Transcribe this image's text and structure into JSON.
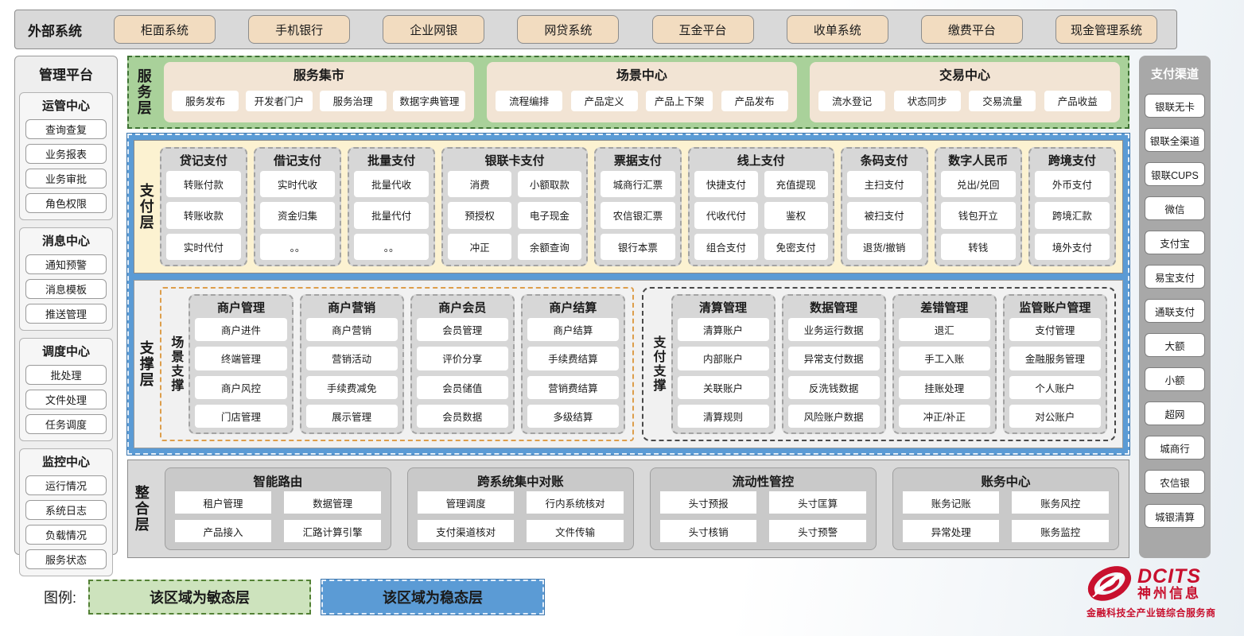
{
  "external_systems": {
    "title": "外部系统",
    "items": [
      "柜面系统",
      "手机银行",
      "企业网银",
      "网贷系统",
      "互金平台",
      "收单系统",
      "缴费平台",
      "现金管理系统"
    ]
  },
  "management_platform": {
    "title": "管理平台",
    "groups": [
      {
        "title": "运管中心",
        "items": [
          "查询查复",
          "业务报表",
          "业务审批",
          "角色权限"
        ]
      },
      {
        "title": "消息中心",
        "items": [
          "通知预警",
          "消息模板",
          "推送管理"
        ]
      },
      {
        "title": "调度中心",
        "items": [
          "批处理",
          "文件处理",
          "任务调度"
        ]
      },
      {
        "title": "监控中心",
        "items": [
          "运行情况",
          "系统日志",
          "负载情况",
          "服务状态"
        ]
      }
    ]
  },
  "service_layer": {
    "title": "服务层",
    "groups": [
      {
        "title": "服务集市",
        "items": [
          "服务发布",
          "开发者门户",
          "服务治理",
          "数据字典管理"
        ]
      },
      {
        "title": "场景中心",
        "items": [
          "流程编排",
          "产品定义",
          "产品上下架",
          "产品发布"
        ]
      },
      {
        "title": "交易中心",
        "items": [
          "流水登记",
          "状态同步",
          "交易流量",
          "产品收益"
        ]
      }
    ]
  },
  "payment_layer": {
    "title": "支付层",
    "columns": [
      {
        "title": "贷记支付",
        "cols": 1,
        "items": [
          "转账付款",
          "转账收款",
          "实时代付"
        ]
      },
      {
        "title": "借记支付",
        "cols": 1,
        "items": [
          "实时代收",
          "资金归集",
          "。。"
        ]
      },
      {
        "title": "批量支付",
        "cols": 1,
        "items": [
          "批量代收",
          "批量代付",
          "。。"
        ]
      },
      {
        "title": "银联卡支付",
        "cols": 2,
        "items": [
          "消费",
          "小额取款",
          "预授权",
          "电子现金",
          "冲正",
          "余额查询"
        ]
      },
      {
        "title": "票据支付",
        "cols": 1,
        "items": [
          "城商行汇票",
          "农信银汇票",
          "银行本票"
        ]
      },
      {
        "title": "线上支付",
        "cols": 2,
        "items": [
          "快捷支付",
          "充值提现",
          "代收代付",
          "鉴权",
          "组合支付",
          "免密支付"
        ]
      },
      {
        "title": "条码支付",
        "cols": 1,
        "items": [
          "主扫支付",
          "被扫支付",
          "退货/撤销"
        ]
      },
      {
        "title": "数字人民币",
        "cols": 1,
        "items": [
          "兑出/兑回",
          "钱包开立",
          "转钱"
        ]
      },
      {
        "title": "跨境支付",
        "cols": 1,
        "items": [
          "外币支付",
          "跨境汇款",
          "境外支付"
        ]
      }
    ]
  },
  "support_layer": {
    "title": "支撑层",
    "groups": [
      {
        "title": "场景支撑",
        "style": "orange",
        "columns": [
          {
            "title": "商户管理",
            "items": [
              "商户进件",
              "终端管理",
              "商户风控",
              "门店管理"
            ]
          },
          {
            "title": "商户营销",
            "items": [
              "商户营销",
              "营销活动",
              "手续费减免",
              "展示管理"
            ]
          },
          {
            "title": "商户会员",
            "items": [
              "会员管理",
              "评价分享",
              "会员储值",
              "会员数据"
            ]
          },
          {
            "title": "商户结算",
            "items": [
              "商户结算",
              "手续费结算",
              "营销费结算",
              "多级结算"
            ]
          }
        ]
      },
      {
        "title": "支付支撑",
        "style": "dark",
        "columns": [
          {
            "title": "清算管理",
            "items": [
              "清算账户",
              "内部账户",
              "关联账户",
              "清算规则"
            ]
          },
          {
            "title": "数据管理",
            "items": [
              "业务运行数据",
              "异常支付数据",
              "反洗钱数据",
              "风险账户数据"
            ]
          },
          {
            "title": "差错管理",
            "items": [
              "退汇",
              "手工入账",
              "挂账处理",
              "冲正/补正"
            ]
          },
          {
            "title": "监管账户管理",
            "items": [
              "支付管理",
              "金融服务管理",
              "个人账户",
              "对公账户"
            ]
          }
        ]
      }
    ]
  },
  "integration_layer": {
    "title": "整合层",
    "groups": [
      {
        "title": "智能路由",
        "items": [
          "租户管理",
          "数据管理",
          "产品接入",
          "汇路计算引擎"
        ]
      },
      {
        "title": "跨系统集中对账",
        "items": [
          "管理调度",
          "行内系统核对",
          "支付渠道核对",
          "文件传输"
        ]
      },
      {
        "title": "流动性管控",
        "items": [
          "头寸预报",
          "头寸匡算",
          "头寸核销",
          "头寸预警"
        ]
      },
      {
        "title": "账务中心",
        "items": [
          "账务记账",
          "账务风控",
          "异常处理",
          "账务监控"
        ]
      }
    ]
  },
  "payment_channels": {
    "title": "支付渠道",
    "items": [
      "银联无卡",
      "银联全渠道",
      "银联CUPS",
      "微信",
      "支付宝",
      "易宝支付",
      "通联支付",
      "大额",
      "小额",
      "超网",
      "城商行",
      "农信银",
      "城银清算"
    ]
  },
  "legend": {
    "label": "图例:",
    "items": [
      {
        "label": "该区域为敏态层",
        "type": "green"
      },
      {
        "label": "该区域为稳态层",
        "type": "blue"
      }
    ]
  },
  "logo": {
    "name": "DCITS",
    "cn": "神州信息",
    "tagline": "金融科技全产业链综合服务商"
  },
  "colors": {
    "sensitive_green": "#a9d19a",
    "stable_blue": "#5b9bd5",
    "tan_button": "#f2dcc0",
    "brand_red": "#c8102e"
  }
}
